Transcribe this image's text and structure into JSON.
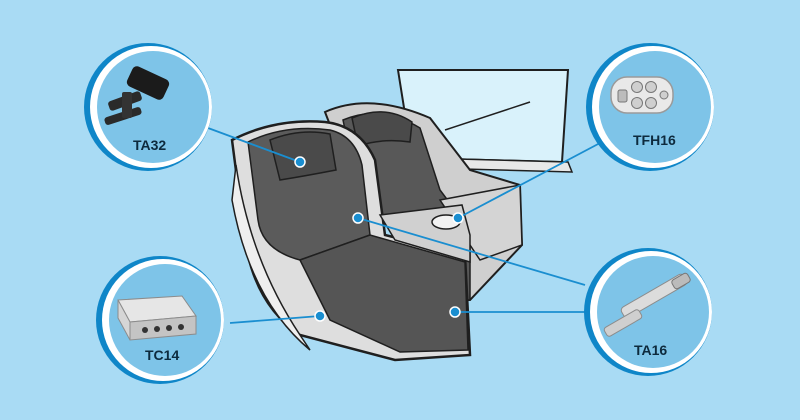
{
  "components": [
    {
      "id": "ta32",
      "label": "TA32",
      "icon": "linear-actuator-black-icon"
    },
    {
      "id": "tfh16",
      "label": "TFH16",
      "icon": "hand-controller-icon"
    },
    {
      "id": "tc14",
      "label": "TC14",
      "icon": "control-box-icon"
    },
    {
      "id": "ta16",
      "label": "TA16",
      "icon": "slim-linear-actuator-icon"
    }
  ],
  "colors": {
    "background": "#a9dbf4",
    "bubble_fill": "#7ec4e8",
    "bubble_ring": "#ffffff",
    "bubble_accent": "#0f86c8",
    "connector": "#1a8ed0",
    "seat_dark": "#5a5a5a",
    "seat_shell": "#d9d9d9"
  }
}
